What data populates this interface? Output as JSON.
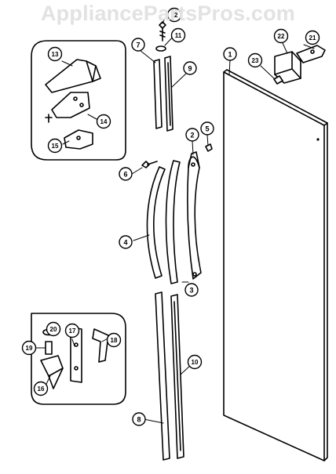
{
  "watermark": "AppliancePartsPros.com",
  "callouts": [
    "1",
    "2",
    "3",
    "4",
    "5",
    "6",
    "7",
    "8",
    "9",
    "10",
    "11",
    "12",
    "13",
    "14",
    "15",
    "16",
    "17",
    "18",
    "19",
    "20",
    "21",
    "22",
    "23"
  ]
}
